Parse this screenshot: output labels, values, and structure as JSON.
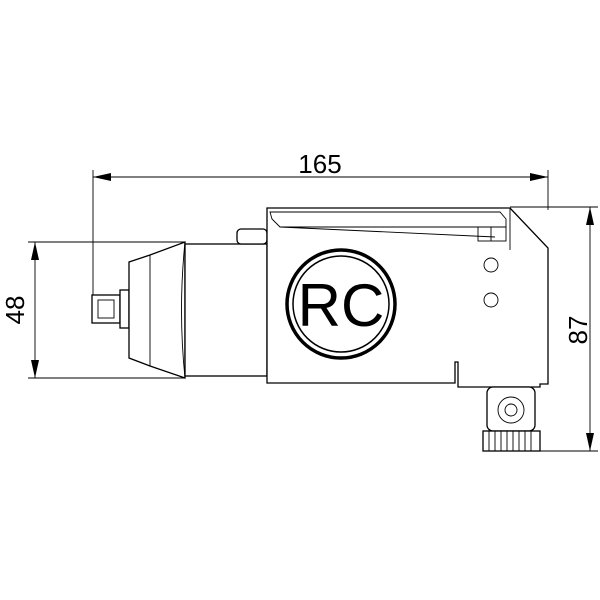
{
  "dimensions": {
    "length": "165",
    "height_front": "48",
    "height_total": "87"
  },
  "logo": {
    "text": "RC"
  }
}
